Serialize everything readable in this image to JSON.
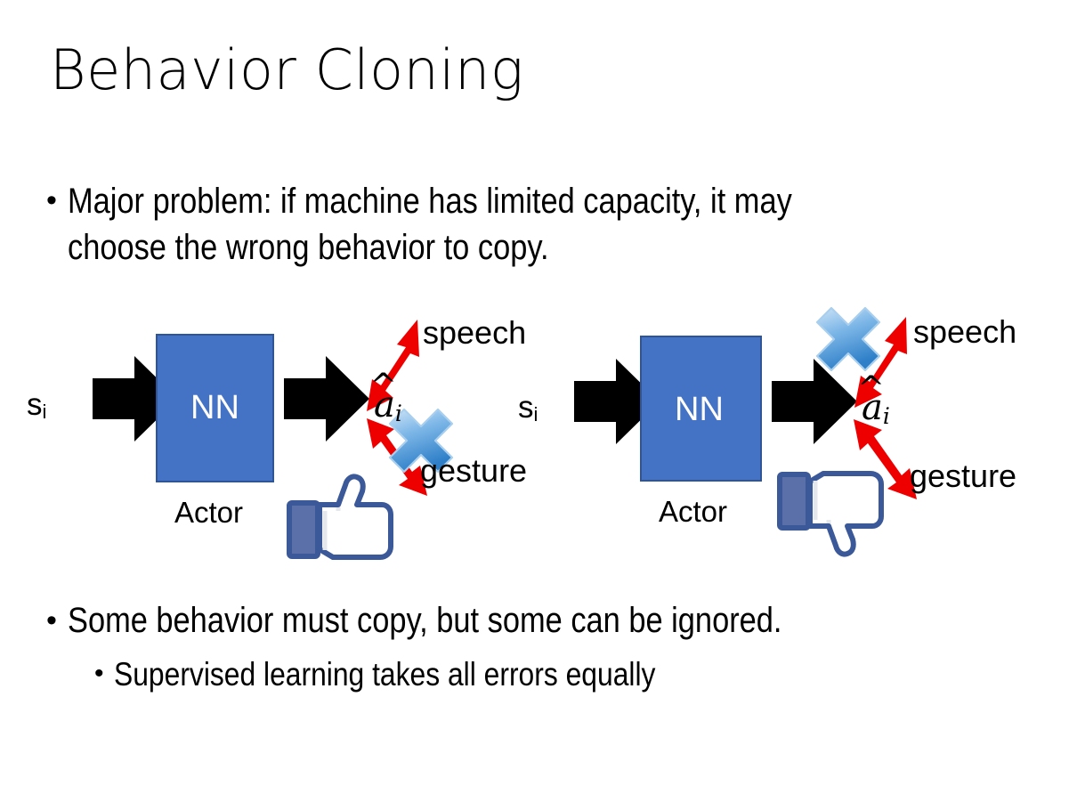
{
  "slide": {
    "title": "Behavior Cloning",
    "background_color": "#ffffff",
    "text_color": "#000000"
  },
  "bullets": {
    "top": {
      "marker": "•",
      "text": "Major problem: if machine has limited capacity, it may choose the wrong behavior to copy."
    },
    "bottom_1": {
      "marker": "•",
      "text": "Some behavior must copy, but some can be ignored."
    },
    "bottom_2": {
      "marker": "•",
      "text": "Supervised learning takes all errors equally"
    }
  },
  "diagrams": [
    {
      "id": "diagram-1",
      "input_label": "s",
      "input_subscript": "i",
      "box_label": "NN",
      "box_color": "#4472C4",
      "box_border_color": "#2F5597",
      "box_text_color": "#FFFFFF",
      "caption": "Actor",
      "output_label": "a",
      "output_subscript": "i",
      "output_hat": "̂",
      "branch_up_label": "speech",
      "branch_down_label": "gesture",
      "arrow_color": "#EE0000",
      "cross_on": "gesture",
      "cross_color": "#4E9BDD",
      "feedback": "thumbs-up",
      "feedback_color": "#3B5998"
    },
    {
      "id": "diagram-2",
      "input_label": "s",
      "input_subscript": "i",
      "box_label": "NN",
      "box_color": "#4472C4",
      "box_border_color": "#2F5597",
      "box_text_color": "#FFFFFF",
      "caption": "Actor",
      "output_label": "a",
      "output_subscript": "i",
      "output_hat": "̂",
      "branch_up_label": "speech",
      "branch_down_label": "gesture",
      "arrow_color": "#EE0000",
      "cross_on": "speech",
      "cross_color": "#4E9BDD",
      "feedback": "thumbs-down",
      "feedback_color": "#3B5998"
    }
  ]
}
